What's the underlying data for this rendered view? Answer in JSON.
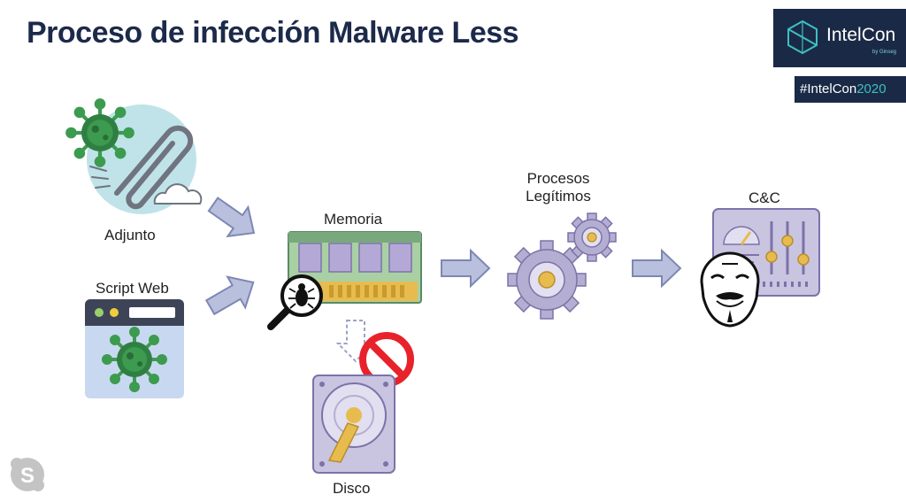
{
  "header": {
    "title": "Proceso de infección Malware Less"
  },
  "brand": {
    "name": "IntelCon",
    "sub": "by Ginseg",
    "hashtag_prefix": "#IntelCon",
    "hashtag_year": "2020"
  },
  "nodes": {
    "adjunto": "Adjunto",
    "script_web": "Script Web",
    "memoria": "Memoria",
    "procesos_line1": "Procesos",
    "procesos_line2": "Legítimos",
    "cc": "C&C",
    "disco": "Disco"
  },
  "colors": {
    "navy": "#1a2a46",
    "teal": "#3fbfc0",
    "arrow_fill": "#b9c0dd",
    "arrow_stroke": "#7d87b4",
    "virus_green": "#3c9b4f",
    "panel_purple": "#c9c4e0",
    "gear_purple": "#b4afd2",
    "ram_green": "#7aa87e",
    "gold": "#e8bb4f",
    "stop_red": "#e8222b"
  }
}
